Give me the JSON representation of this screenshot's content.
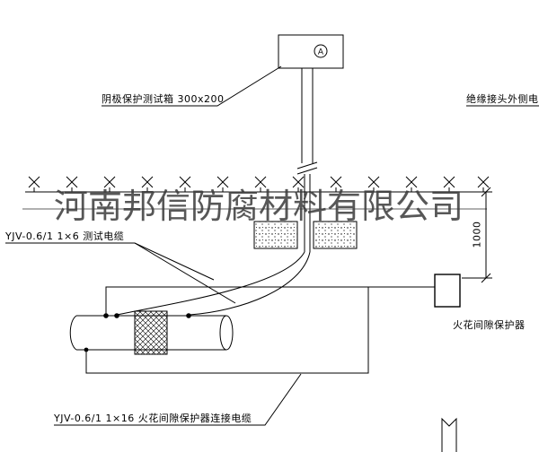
{
  "watermark": {
    "text": "河南邦信防腐材料有限公司"
  },
  "labels": {
    "test_box": "阴极保护测试箱 300x200",
    "outer_cable": "绝缘接头外侧电缆",
    "test_cable": "YJV-0.6/1 1×6 测试电缆",
    "dimension": "1000",
    "protector": "火花间隙保护器",
    "protector_cable": "YJV-0.6/1 1×16 火花间隙保护器连接电缆",
    "device_mark": "A"
  },
  "colors": {
    "background": "#ffffff",
    "line": "#000000",
    "watermark": "#3a3a3a"
  }
}
